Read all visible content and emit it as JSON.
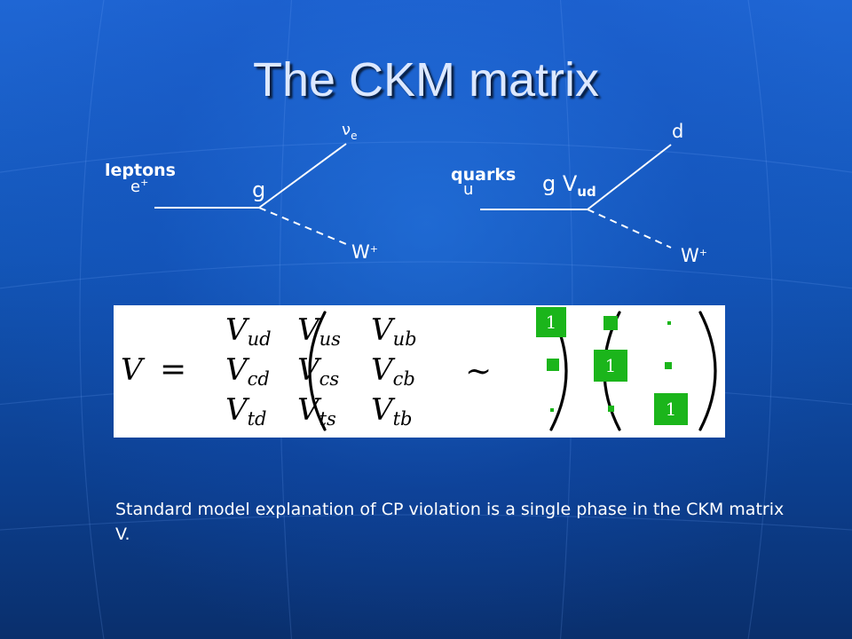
{
  "slide": {
    "title": "The CKM matrix",
    "caption": "Standard model explanation of CP violation is a single phase in the CKM matrix V."
  },
  "lepton_diagram": {
    "heading": "leptons",
    "incoming": "e",
    "incoming_sup": "+",
    "outgoing_top": "ν",
    "outgoing_top_sub": "e",
    "coupling": "g",
    "boson": "W",
    "boson_sup": "+"
  },
  "quark_diagram": {
    "heading": "quarks",
    "incoming": "u",
    "outgoing_top": "d",
    "coupling": "g V",
    "coupling_sub": "ud",
    "boson": "W",
    "boson_sup": "+"
  },
  "ckm_matrix": {
    "symbol": "V",
    "equals": "=",
    "approx": "∼",
    "rows": [
      [
        {
          "base": "V",
          "sub": "ud"
        },
        {
          "base": "V",
          "sub": "us"
        },
        {
          "base": "V",
          "sub": "ub"
        }
      ],
      [
        {
          "base": "V",
          "sub": "cd"
        },
        {
          "base": "V",
          "sub": "cs"
        },
        {
          "base": "V",
          "sub": "cb"
        }
      ],
      [
        {
          "base": "V",
          "sub": "td"
        },
        {
          "base": "V",
          "sub": "ts"
        },
        {
          "base": "V",
          "sub": "tb"
        }
      ]
    ],
    "diagonal_value": "1",
    "magnitude_fill_color": "#1bb51b"
  },
  "colors": {
    "background": "#1356b8",
    "title": "#dce8ff",
    "text": "#ffffff"
  }
}
